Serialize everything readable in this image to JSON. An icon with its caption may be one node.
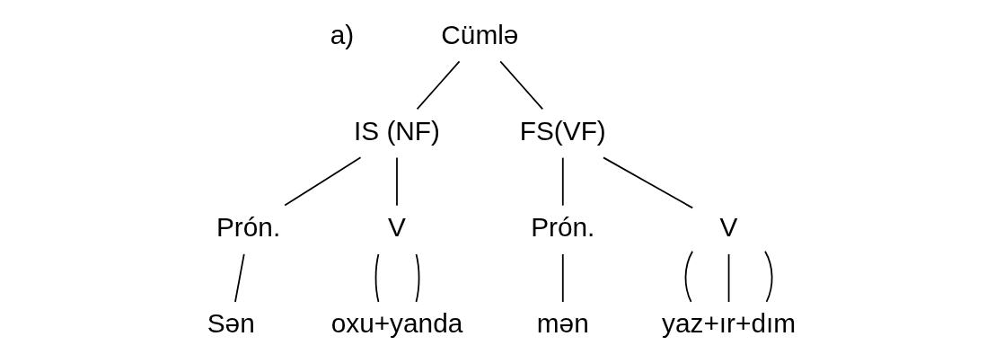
{
  "diagram": {
    "nodes": [
      {
        "text": [
          "Cümlə"
        ]
      },
      {
        "text": [
          "IS (NF)"
        ]
      },
      {
        "text": [
          "FS(VF)"
        ]
      },
      {
        "text": [
          "Prón."
        ]
      },
      {
        "text": [
          "V"
        ]
      },
      {
        "text": [
          "Prón."
        ]
      },
      {
        "text": [
          "V"
        ]
      },
      {
        "text": [
          "Sən"
        ]
      },
      {
        "text": [
          "oxu+yanda"
        ]
      },
      {
        "text": [
          "mən"
        ]
      },
      {
        "text": [
          "yaz+ır+dım"
        ]
      }
    ],
    "edges": [
      {
        "from": 0,
        "to": 1,
        "arrow": "none"
      },
      {
        "from": 0,
        "to": 2,
        "arrow": "none"
      },
      {
        "from": 1,
        "to": 3,
        "arrow": "none"
      },
      {
        "from": 1,
        "to": 4,
        "arrow": "none"
      },
      {
        "from": 2,
        "to": 5,
        "arrow": "none"
      },
      {
        "from": 2,
        "to": 6,
        "arrow": "none"
      },
      {
        "from": 3,
        "to": 7,
        "arrow": "none"
      },
      {
        "from": 4,
        "to": 8,
        "arrow": "none"
      },
      {
        "from": 4,
        "to": 8,
        "arrow": "none"
      },
      {
        "from": 5,
        "to": 9,
        "arrow": "none"
      },
      {
        "from": 6,
        "to": 10,
        "arrow": "none"
      },
      {
        "from": 6,
        "to": 10,
        "arrow": "none"
      },
      {
        "from": 6,
        "to": 10,
        "arrow": "none"
      }
    ],
    "labels": [
      "a)"
    ]
  }
}
